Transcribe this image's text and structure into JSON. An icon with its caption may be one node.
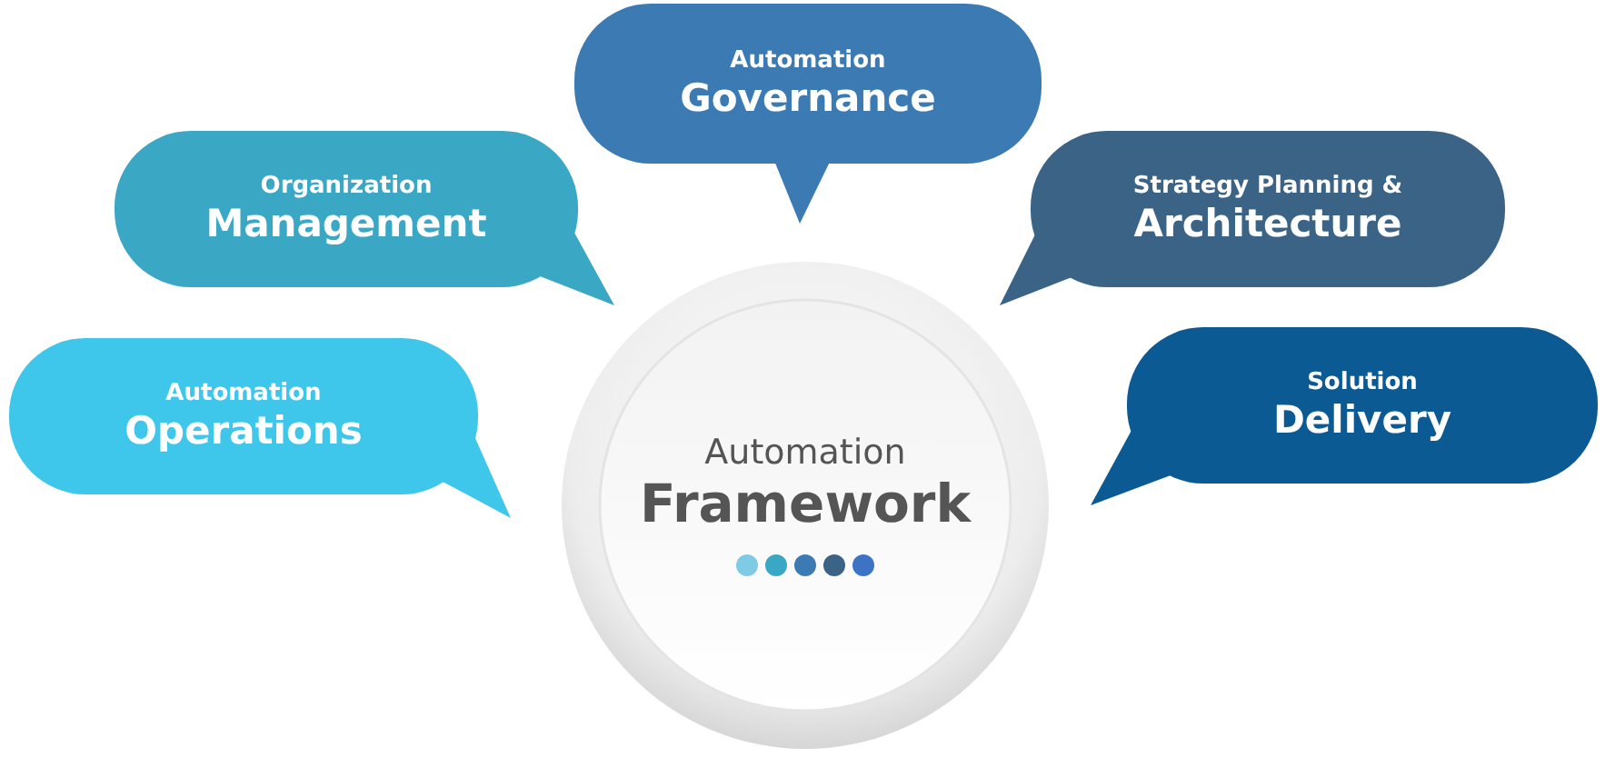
{
  "diagram": {
    "nodes": [
      {
        "text": [
          "Automation",
          "Governance"
        ]
      },
      {
        "text": [
          "Organization",
          "Management"
        ]
      },
      {
        "text": [
          "Strategy Planning &",
          "Architecture"
        ]
      },
      {
        "text": [
          "Automation",
          "Operations"
        ]
      },
      {
        "text": [
          "Solution",
          "Delivery"
        ]
      },
      {
        "text": [
          "Automation",
          "Framework"
        ]
      }
    ]
  }
}
